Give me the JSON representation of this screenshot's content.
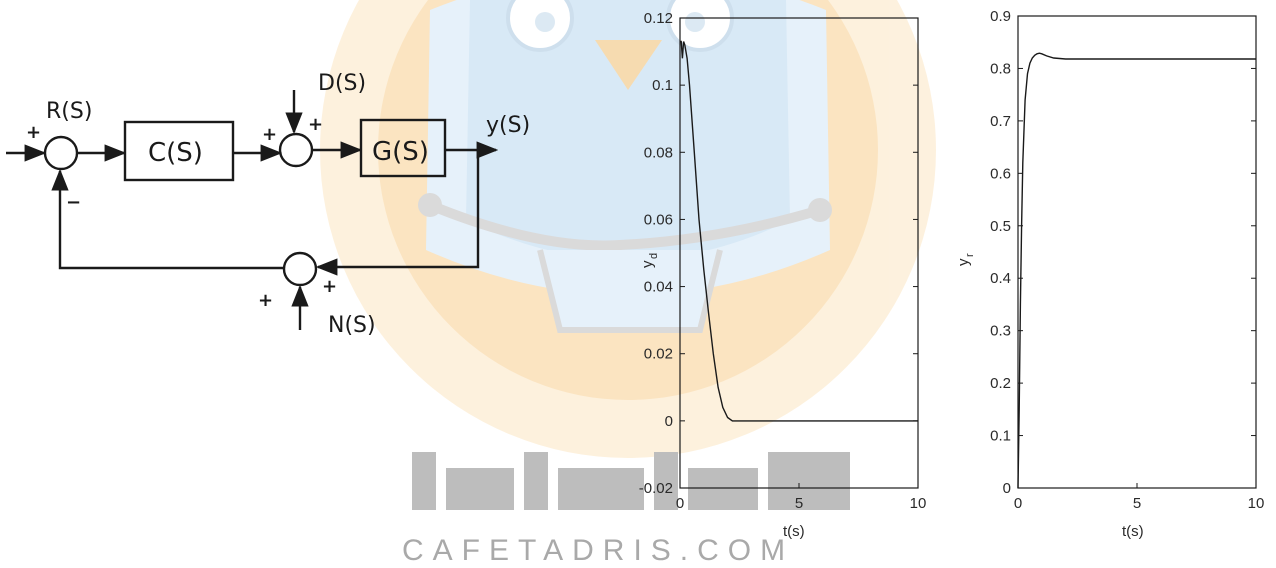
{
  "diagram": {
    "labels": {
      "R": "R(S)",
      "D": "D(S)",
      "Y": "y(S)",
      "N": "N(S)",
      "C": "C(S)",
      "G": "G(S)"
    },
    "signs": {
      "sum1_in": "+",
      "sum1_fb": "−",
      "sum2_in": "+",
      "sum2_dist": "+",
      "sum3_noise": "+",
      "sum3_out": "+"
    }
  },
  "watermark": {
    "text": "CAFETADRIS.COM"
  },
  "chart_data": [
    {
      "type": "line",
      "xlabel": "t(s)",
      "ylabel": "y",
      "ylabel_sub": "d",
      "xlim": [
        0,
        10
      ],
      "ylim": [
        -0.02,
        0.12
      ],
      "xticks": [
        0,
        5,
        10
      ],
      "yticks": [
        -0.02,
        0,
        0.02,
        0.04,
        0.06,
        0.08,
        0.1,
        0.12
      ],
      "ytick_labels": [
        "-0.02",
        "0",
        "0.02",
        "0.04",
        "0.06",
        "0.08",
        "0.1",
        "0.12"
      ],
      "x": [
        0,
        0.05,
        0.1,
        0.15,
        0.2,
        0.3,
        0.4,
        0.5,
        0.6,
        0.8,
        1.0,
        1.2,
        1.4,
        1.6,
        1.8,
        2.0,
        2.2,
        2.5,
        3,
        4,
        5,
        6,
        7,
        8,
        9,
        10
      ],
      "y": [
        0.113,
        0.113,
        0.108,
        0.113,
        0.112,
        0.108,
        0.1,
        0.09,
        0.08,
        0.06,
        0.045,
        0.032,
        0.02,
        0.01,
        0.004,
        0.001,
        0.0,
        0.0,
        0.0,
        0.0,
        0.0,
        0.0,
        0.0,
        0.0,
        0.0,
        0.0
      ]
    },
    {
      "type": "line",
      "xlabel": "t(s)",
      "ylabel": "y",
      "ylabel_sub": "r",
      "xlim": [
        0,
        10
      ],
      "ylim": [
        0,
        0.9
      ],
      "xticks": [
        0,
        5,
        10
      ],
      "yticks": [
        0,
        0.1,
        0.2,
        0.3,
        0.4,
        0.5,
        0.6,
        0.7,
        0.8,
        0.9
      ],
      "ytick_labels": [
        "0",
        "0.1",
        "0.2",
        "0.3",
        "0.4",
        "0.5",
        "0.6",
        "0.7",
        "0.8",
        "0.9"
      ],
      "x": [
        0,
        0.05,
        0.1,
        0.15,
        0.2,
        0.3,
        0.4,
        0.5,
        0.6,
        0.7,
        0.8,
        0.9,
        1.0,
        1.2,
        1.5,
        2.0,
        2.5,
        3,
        4,
        5,
        6,
        7,
        8,
        9,
        10
      ],
      "y": [
        0,
        0.15,
        0.35,
        0.5,
        0.62,
        0.74,
        0.79,
        0.81,
        0.82,
        0.825,
        0.828,
        0.829,
        0.828,
        0.824,
        0.82,
        0.818,
        0.818,
        0.818,
        0.818,
        0.818,
        0.818,
        0.818,
        0.818,
        0.818,
        0.818
      ]
    }
  ]
}
